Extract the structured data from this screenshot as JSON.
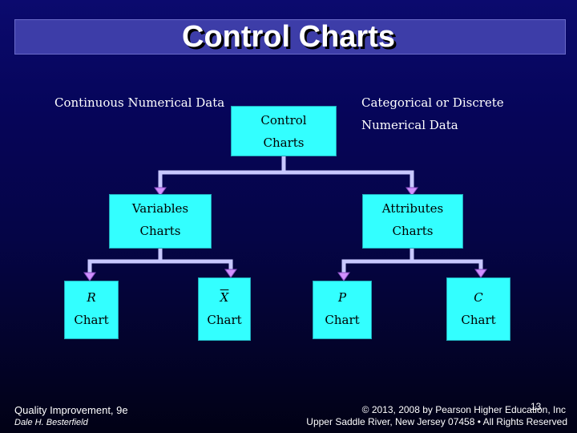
{
  "title": "Control Charts",
  "left_label": "Continuous Numerical Data",
  "right_label": [
    "Categorical or Discrete",
    "Numerical Data"
  ],
  "root": [
    "Control",
    "Charts"
  ],
  "variables": [
    "Variables",
    "Charts"
  ],
  "attributes": [
    "Attributes",
    "Charts"
  ],
  "leaves": {
    "r": {
      "symbol": "R",
      "label": "Chart"
    },
    "x": {
      "symbol": "X",
      "label": "Chart"
    },
    "p": {
      "symbol": "P",
      "label": "Chart"
    },
    "c": {
      "symbol": "C",
      "label": "Chart"
    }
  },
  "footer": {
    "book": "Quality Improvement, 9e",
    "author": "Dale H. Besterfield",
    "copyright": "© 2013, 2008 by Pearson Higher Education, Inc",
    "address": "Upper Saddle River, New Jersey 07458 • All Rights Reserved",
    "page": "13"
  },
  "colors": {
    "box_fill": "#33ffff",
    "connector": "#c8c8ff",
    "arrow": "#d090ff",
    "background": "#060552"
  }
}
